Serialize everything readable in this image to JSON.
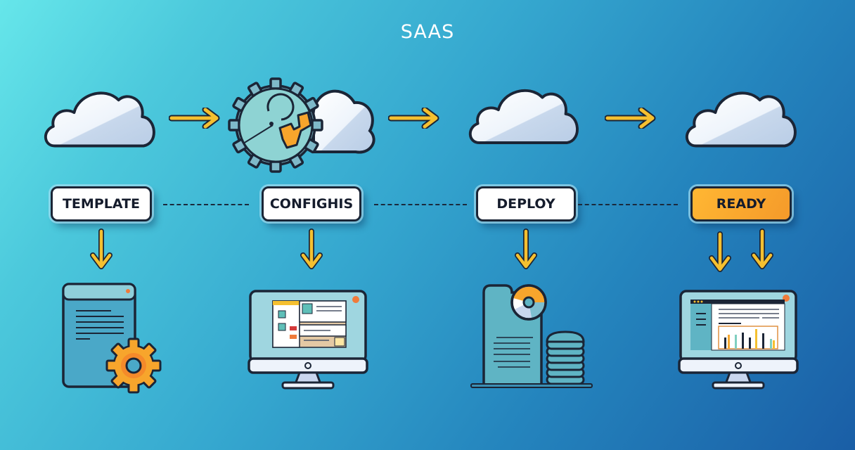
{
  "diagram": {
    "title": "SAAS",
    "stages": [
      {
        "label": "TEMPLATE",
        "top_icon": "cloud-icon",
        "bottom_icon": "document-with-gear-icon"
      },
      {
        "label": "CONFIGHIS",
        "top_icon": "gear-with-cloud-icon",
        "bottom_icon": "monitor-config-ui-icon"
      },
      {
        "label": "DEPLOY",
        "top_icon": "cloud-icon",
        "bottom_icon": "server-database-icon"
      },
      {
        "label": "READY",
        "top_icon": "cloud-icon",
        "bottom_icon": "monitor-dashboard-chart-icon",
        "highlighted": true
      }
    ],
    "connectors": {
      "horizontal_arrows": 3,
      "dashed_lines": 3,
      "down_arrows": [
        1,
        1,
        1,
        2
      ]
    },
    "colors": {
      "background_start": "#66e6ea",
      "background_end": "#1a5ea6",
      "arrow": "#f5c030",
      "outline": "#1b2536",
      "highlight": "#f7a52c",
      "label_bg": "#ffffff"
    }
  }
}
